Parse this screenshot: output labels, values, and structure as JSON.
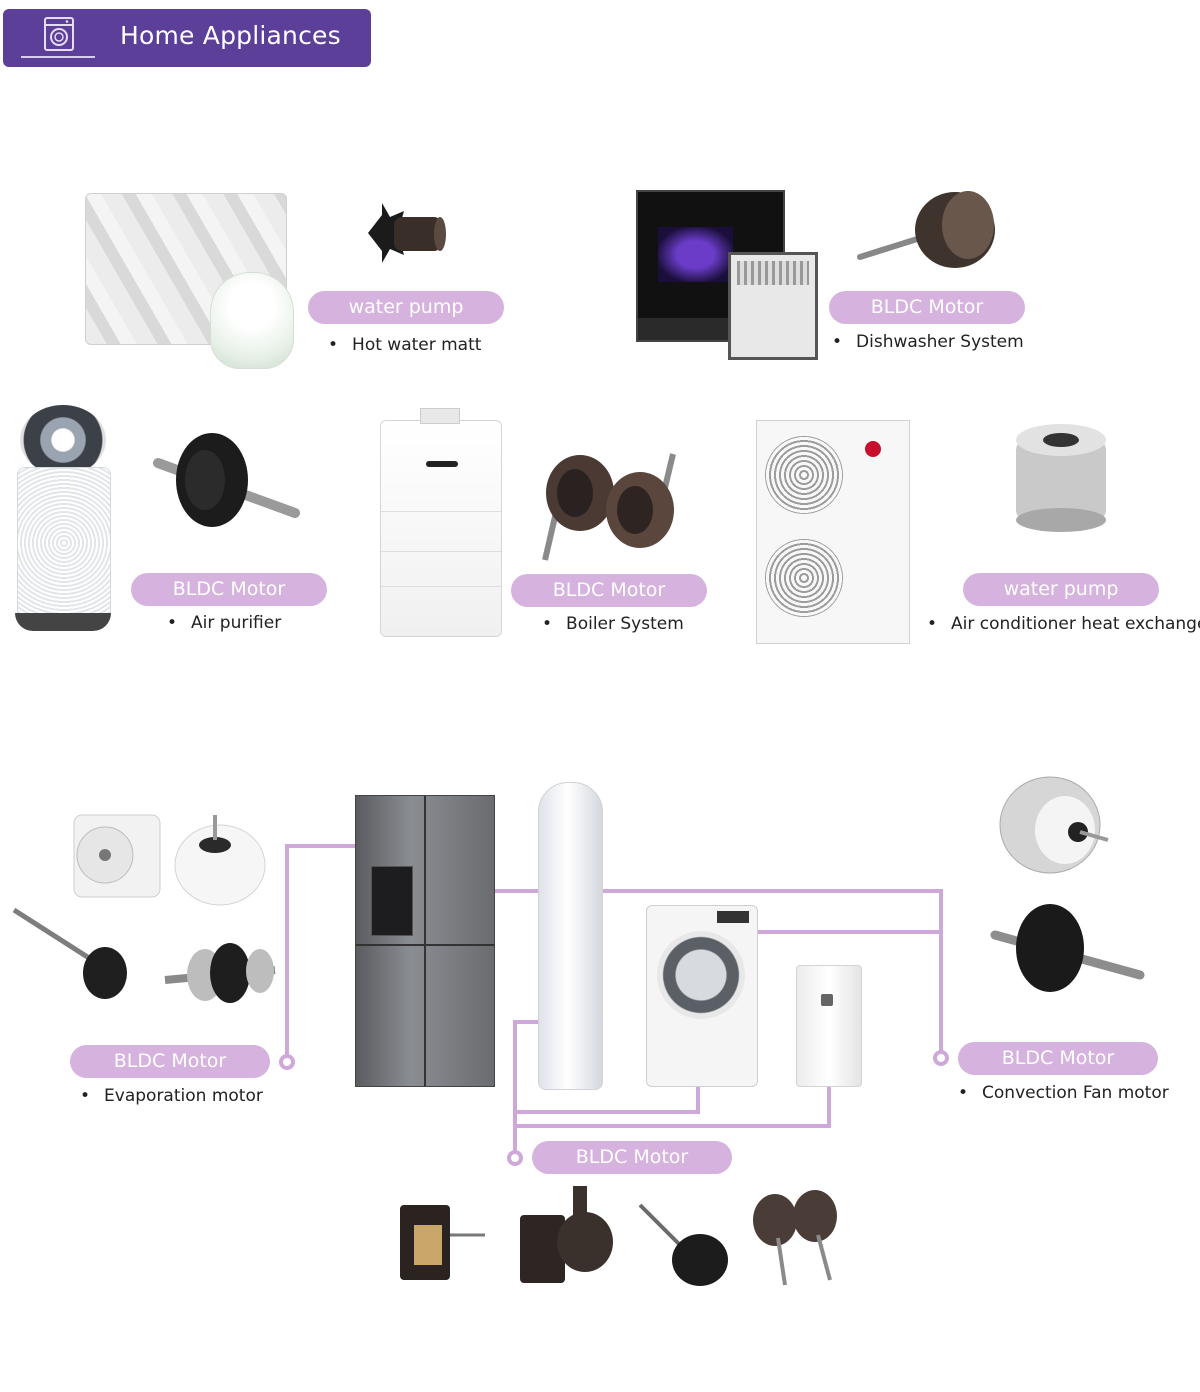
{
  "header": {
    "title": "Home Appliances",
    "icon": "washing-machine-icon"
  },
  "colors": {
    "header_bg": "#5b3f98",
    "pill_bg": "#d6b2df",
    "connector": "#cfa8da"
  },
  "top_groups": [
    {
      "label": "water pump",
      "bullet": "Hot water matt"
    },
    {
      "label": "BLDC Motor",
      "bullet": "Dishwasher System"
    },
    {
      "label": "BLDC Motor",
      "bullet": "Air purifier"
    },
    {
      "label": "BLDC Motor",
      "bullet": "Boiler System"
    },
    {
      "label": "water pump",
      "bullet": "Air conditioner heat exchanger"
    }
  ],
  "bottom_groups": {
    "left": {
      "label": "BLDC Motor",
      "bullet": "Evaporation motor"
    },
    "right": {
      "label": "BLDC Motor",
      "bullet": "Convection Fan motor"
    },
    "center": {
      "label": "BLDC Motor"
    }
  }
}
